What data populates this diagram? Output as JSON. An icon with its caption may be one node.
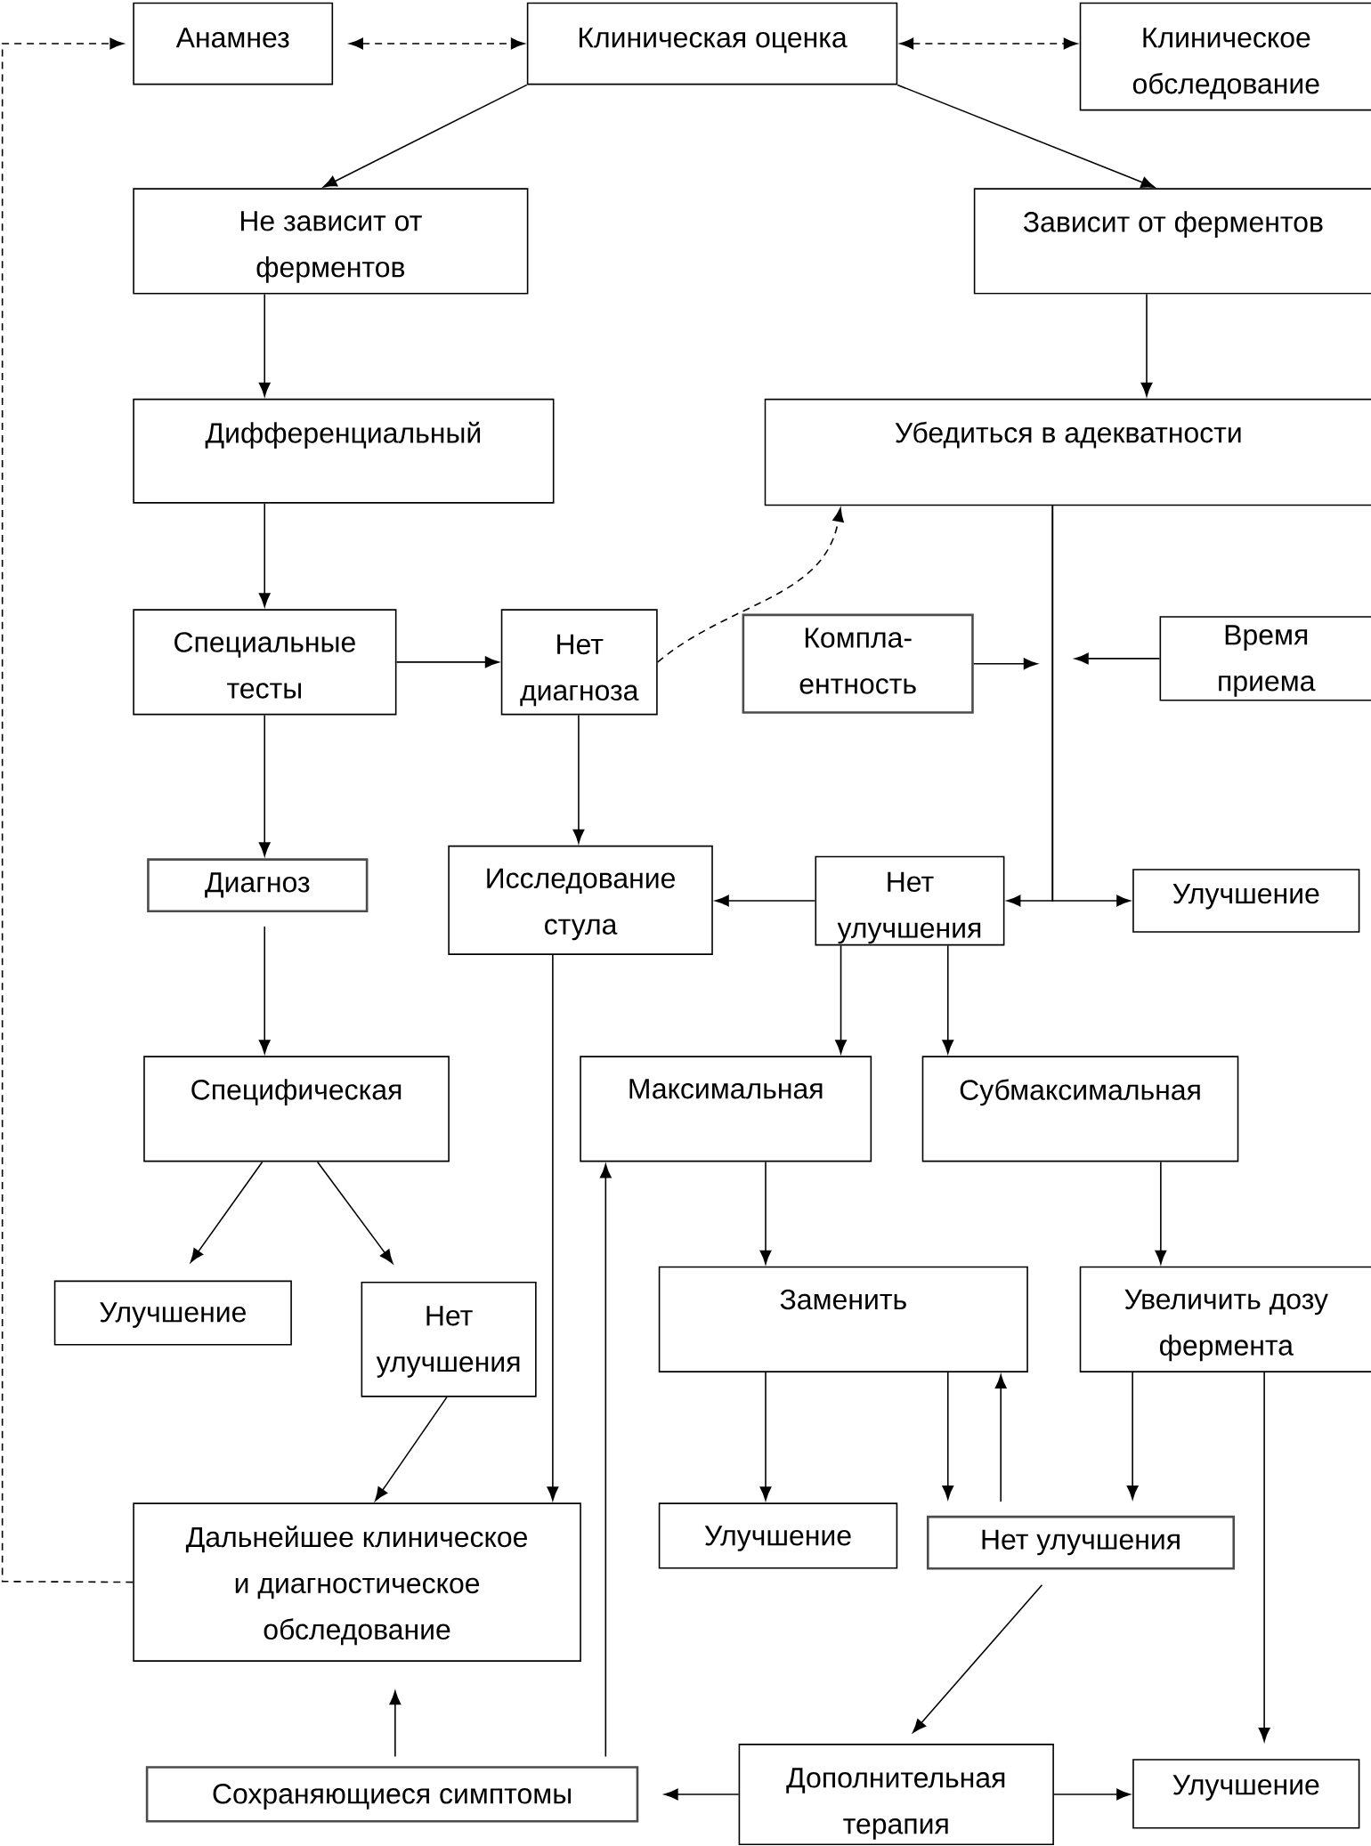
{
  "diagram": {
    "nodes": [
      {
        "text": [
          "Анамнез"
        ]
      },
      {
        "text": [
          "Клиническая оценка"
        ]
      },
      {
        "text": [
          "Клиническое обследование"
        ]
      },
      {
        "text": [
          "Не зависит от ферментов"
        ]
      },
      {
        "text": [
          "Зависит от ферментов"
        ]
      },
      {
        "text": [
          "Дифференциальный"
        ]
      },
      {
        "text": [
          "Убедиться в адекватности"
        ]
      },
      {
        "text": [
          "Специальные тесты"
        ]
      },
      {
        "text": [
          "Нет диагноза"
        ]
      },
      {
        "text": [
          "Компла- ентность"
        ]
      },
      {
        "text": [
          "Время приема"
        ]
      },
      {
        "text": [
          "Диагноз"
        ]
      },
      {
        "text": [
          "Исследование стула"
        ]
      },
      {
        "text": [
          "Нет улучшения"
        ]
      },
      {
        "text": [
          "Улучшение"
        ]
      },
      {
        "text": [
          "Специфическая"
        ]
      },
      {
        "text": [
          "Максимальная"
        ]
      },
      {
        "text": [
          "Субмаксимальная"
        ]
      },
      {
        "text": [
          "Улучшение"
        ]
      },
      {
        "text": [
          "Нет улучшения"
        ]
      },
      {
        "text": [
          "Заменить"
        ]
      },
      {
        "text": [
          "Увеличить дозу фермента"
        ]
      },
      {
        "text": [
          "Дальнейшее клиническое и диагностическое обследование"
        ]
      },
      {
        "text": [
          "Улучшение"
        ]
      },
      {
        "text": [
          "Нет улучшения"
        ]
      },
      {
        "text": [
          "Сохраняющиеся симптомы"
        ]
      },
      {
        "text": [
          "Дополнительная терапия"
        ]
      },
      {
        "text": [
          "Улучшение"
        ]
      }
    ],
    "edges": [
      {
        "from": 0,
        "to": 1,
        "arrow": "both",
        "style": "dashed"
      },
      {
        "from": 1,
        "to": 2,
        "arrow": "both",
        "style": "dashed"
      },
      {
        "from": 1,
        "to": 3,
        "arrow": "to"
      },
      {
        "from": 1,
        "to": 4,
        "arrow": "to"
      },
      {
        "from": 3,
        "to": 5,
        "arrow": "to"
      },
      {
        "from": 4,
        "to": 6,
        "arrow": "to"
      },
      {
        "from": 5,
        "to": 7,
        "arrow": "to"
      },
      {
        "from": 7,
        "to": 8,
        "arrow": "to"
      },
      {
        "from": 8,
        "to": 6,
        "arrow": "to",
        "style": "dashed"
      },
      {
        "from": 9,
        "to": null,
        "arrow": "to"
      },
      {
        "from": 10,
        "to": null,
        "arrow": "to"
      },
      {
        "from": 6,
        "to": 13,
        "arrow": "to"
      },
      {
        "from": 6,
        "to": 14,
        "arrow": "to"
      },
      {
        "from": 7,
        "to": 11,
        "arrow": "to"
      },
      {
        "from": 8,
        "to": 12,
        "arrow": "to"
      },
      {
        "from": 13,
        "to": 12,
        "arrow": "to"
      },
      {
        "from": 13,
        "to": 16,
        "arrow": "to"
      },
      {
        "from": 13,
        "to": 17,
        "arrow": "to"
      },
      {
        "from": 11,
        "to": 15,
        "arrow": "to"
      },
      {
        "from": 15,
        "to": 18,
        "arrow": "to"
      },
      {
        "from": 15,
        "to": 19,
        "arrow": "to"
      },
      {
        "from": 16,
        "to": 20,
        "arrow": "to"
      },
      {
        "from": 17,
        "to": 21,
        "arrow": "to"
      },
      {
        "from": 19,
        "to": 22,
        "arrow": "to"
      },
      {
        "from": 12,
        "to": 22,
        "arrow": "to"
      },
      {
        "from": 20,
        "to": 23,
        "arrow": "to"
      },
      {
        "from": 20,
        "to": 24,
        "arrow": "to"
      },
      {
        "from": 24,
        "to": 20,
        "arrow": "to"
      },
      {
        "from": 21,
        "to": 24,
        "arrow": "to"
      },
      {
        "from": 21,
        "to": 27,
        "arrow": "to"
      },
      {
        "from": 24,
        "to": 26,
        "arrow": "to"
      },
      {
        "from": 26,
        "to": 25,
        "arrow": "to"
      },
      {
        "from": 26,
        "to": 27,
        "arrow": "to"
      },
      {
        "from": 25,
        "to": 22,
        "arrow": "to"
      },
      {
        "from": 25,
        "to": 16,
        "arrow": "to"
      },
      {
        "from": 22,
        "to": 0,
        "arrow": "to",
        "style": "dashed"
      }
    ]
  }
}
